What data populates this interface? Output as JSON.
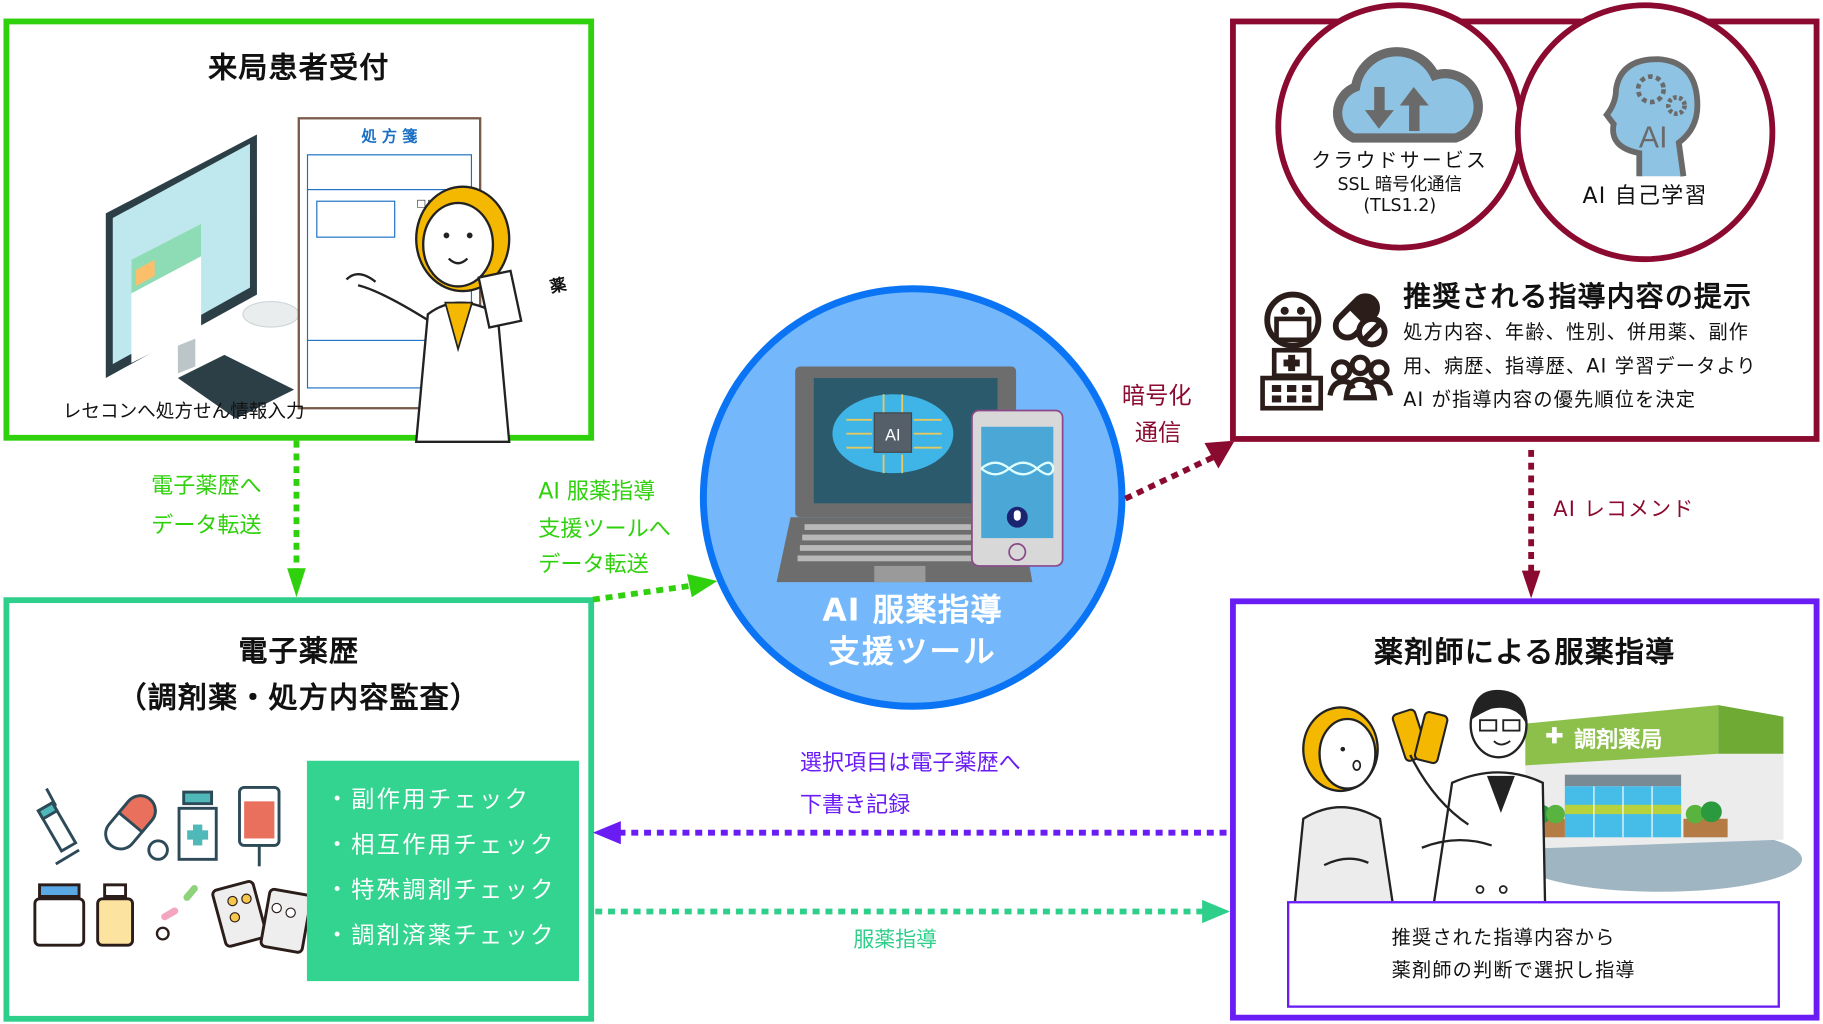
{
  "colors": {
    "reception": "#2fd10c",
    "ehr": "#2ecf8a",
    "tool": "#0a74f5",
    "tool_fill": "#74b8fb",
    "cloud": "#8b0a2f",
    "pharmacist": "#6a1cf5"
  },
  "reception": {
    "title": "来局患者受付",
    "caption": "レセコンへ処方せん情報入力",
    "prescription_title": "処 方 箋",
    "medicine_label": "薬"
  },
  "ehr": {
    "title_line1": "電子薬歴",
    "title_line2": "（調剤薬・処方内容監査）",
    "checks": [
      "・副作用チェック",
      "・相互作用チェック",
      "・特殊調剤チェック",
      "・調剤済薬チェック"
    ]
  },
  "tool": {
    "title_line1": "AI 服薬指導",
    "title_line2": "支援ツール",
    "chip_label": "AI"
  },
  "cloud_panel": {
    "cloud_label": "クラウドサービス",
    "ssl_label": "SSL 暗号化通信",
    "tls_label": "(TLS1.2)",
    "ai_label": "AI 自己学習",
    "ai_head_label": "AI",
    "rec_title": "推奨される指導内容の提示",
    "rec_body": [
      "処方内容、年齢、性別、併用薬、副作",
      "用、病歴、指導歴、AI 学習データより",
      "AI が指導内容の優先順位を決定"
    ]
  },
  "pharmacist": {
    "title": "薬剤師による服薬指導",
    "store_sign": "調剤薬局",
    "note_line1": "推奨された指導内容から",
    "note_line2": "薬剤師の判断で選択し指導"
  },
  "arrows": {
    "to_ehr": [
      "電子薬歴へ",
      "データ転送"
    ],
    "to_tool": [
      "AI 服薬指導",
      "支援ツールへ",
      "データ転送"
    ],
    "encrypted": [
      "暗号化",
      "通信"
    ],
    "recommend": "AI レコメンド",
    "draft_record": [
      "選択項目は電子薬歴へ",
      "下書き記録"
    ],
    "guidance": "服薬指導"
  }
}
